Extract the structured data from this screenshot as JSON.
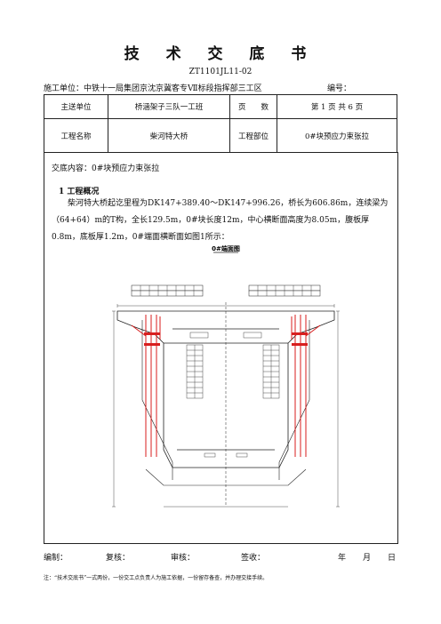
{
  "doc": {
    "title": "技 术 交 底 书",
    "number": "ZT1101JL11-02",
    "construction_unit": "施工单位：中铁十一局集团京沈京冀客专Ⅶ标段指挥部三工区",
    "serial_label": "编号："
  },
  "header_table": {
    "send_unit_label": "主送单位",
    "send_unit_value": "桥涵架子三队一工班",
    "pages_label": "页　　数",
    "pages_value": "第  1  页  共 6 页",
    "project_label": "工程名称",
    "project_value": "柴河特大桥",
    "part_label": "工程部位",
    "part_value": "0#块预应力束张拉"
  },
  "content": {
    "label": "交底内容：0#块预应力束张拉",
    "section_title": "1 工程概况",
    "paragraph": "柴河特大桥起讫里程为DK147+389.40～DK147+996.26，桥长为606.86m，连续梁为（64+64）m的T构，全长129.5m，0#块长度12m，中心横断面高度为8.05m，腹板厚0.8m，底板厚1.2m，0#端面横断面如图1所示：",
    "drawing_title": "0#端面图"
  },
  "signoff": {
    "compiler": "编制：",
    "reviewer": "复核：",
    "auditor": "审核：",
    "signer": "签收：",
    "year": "年",
    "month": "月",
    "day": "日"
  },
  "note": "注：“技术交底书”一式两份，一份交工点负责人为施工依据，一份留存备查，并办理交接手续。",
  "colors": {
    "tendon": "#d81e1e",
    "line": "#222222"
  }
}
